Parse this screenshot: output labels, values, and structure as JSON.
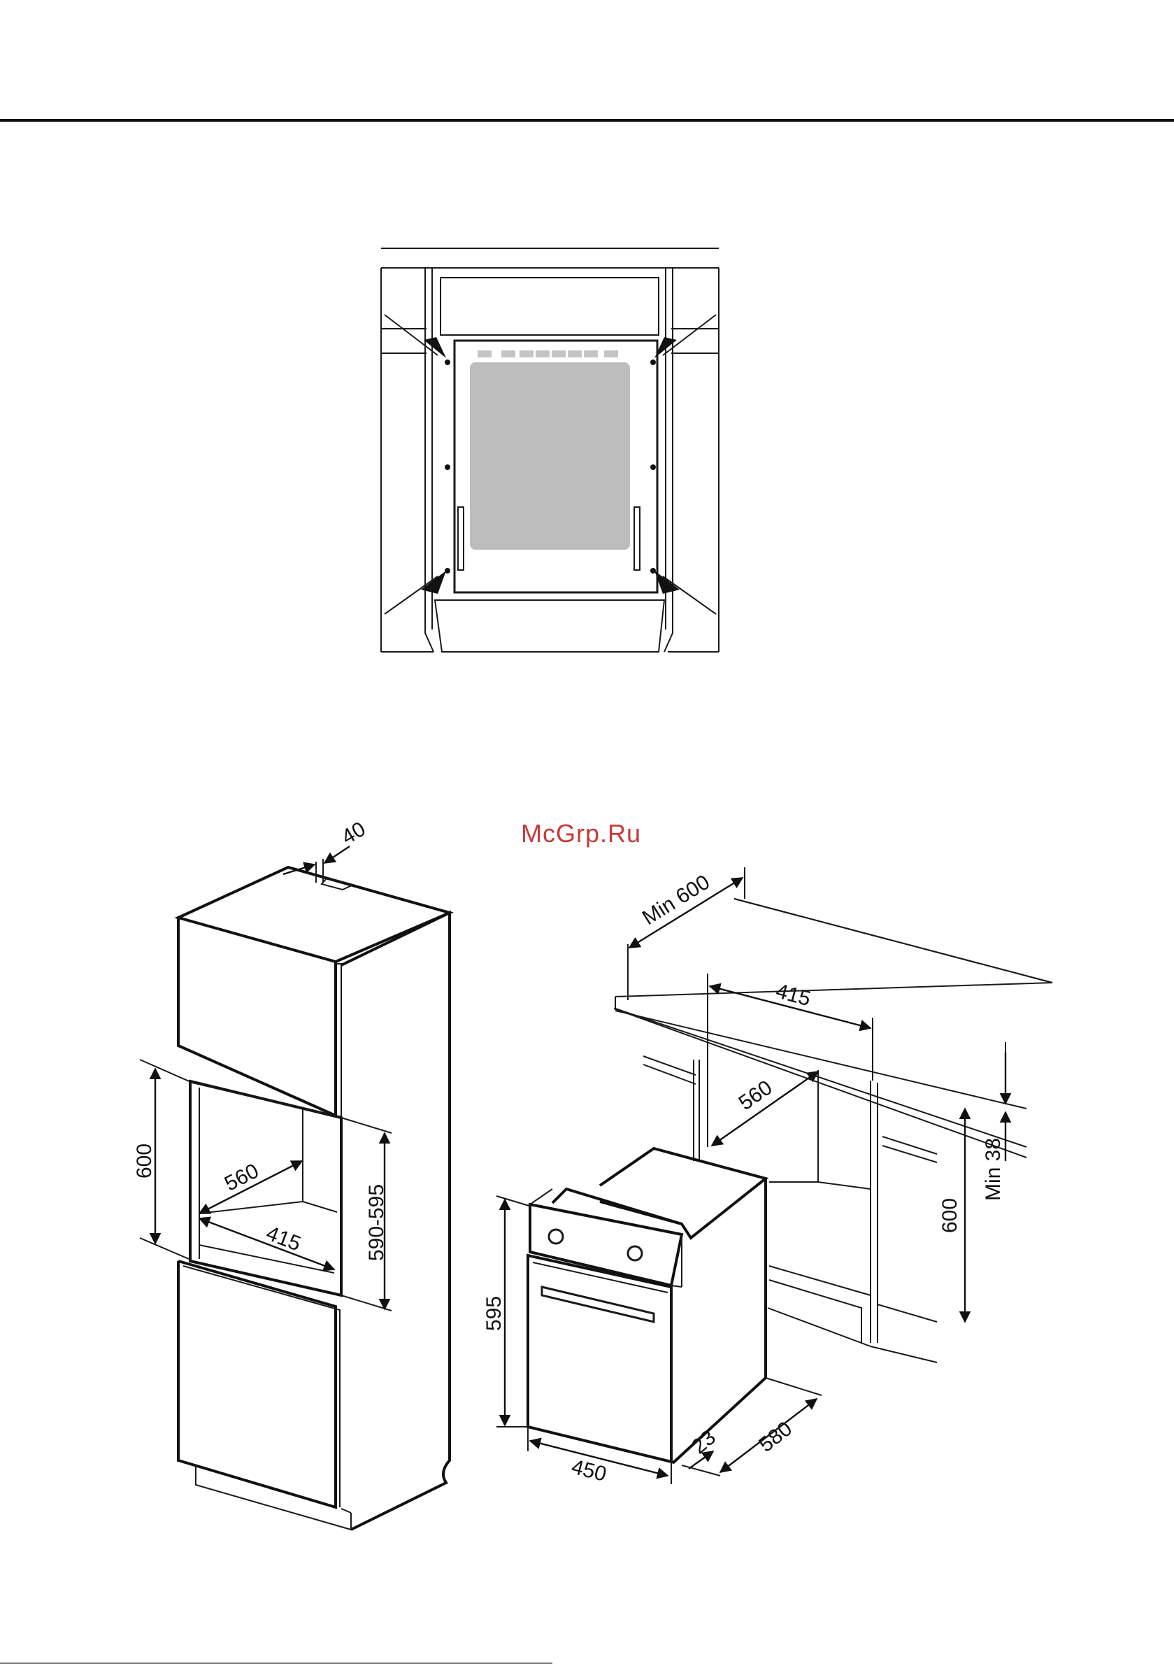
{
  "watermark": "McGrp.Ru",
  "colors": {
    "line": "#1a1a1a",
    "window": "#bdbdbd",
    "watermark": "#c63a3a"
  },
  "tall_cabinet": {
    "dim_top": "40",
    "dim_height": "600",
    "dim_depth": "560",
    "dim_width": "415",
    "dim_opening": "590-595"
  },
  "under_counter": {
    "dim_min_depth": "Min 600",
    "dim_width": "415",
    "dim_depth": "560",
    "dim_min_gap": "Min 38",
    "dim_height": "600"
  },
  "oven": {
    "dim_height": "595",
    "dim_width": "450",
    "dim_panel": "23",
    "dim_depth": "580"
  }
}
